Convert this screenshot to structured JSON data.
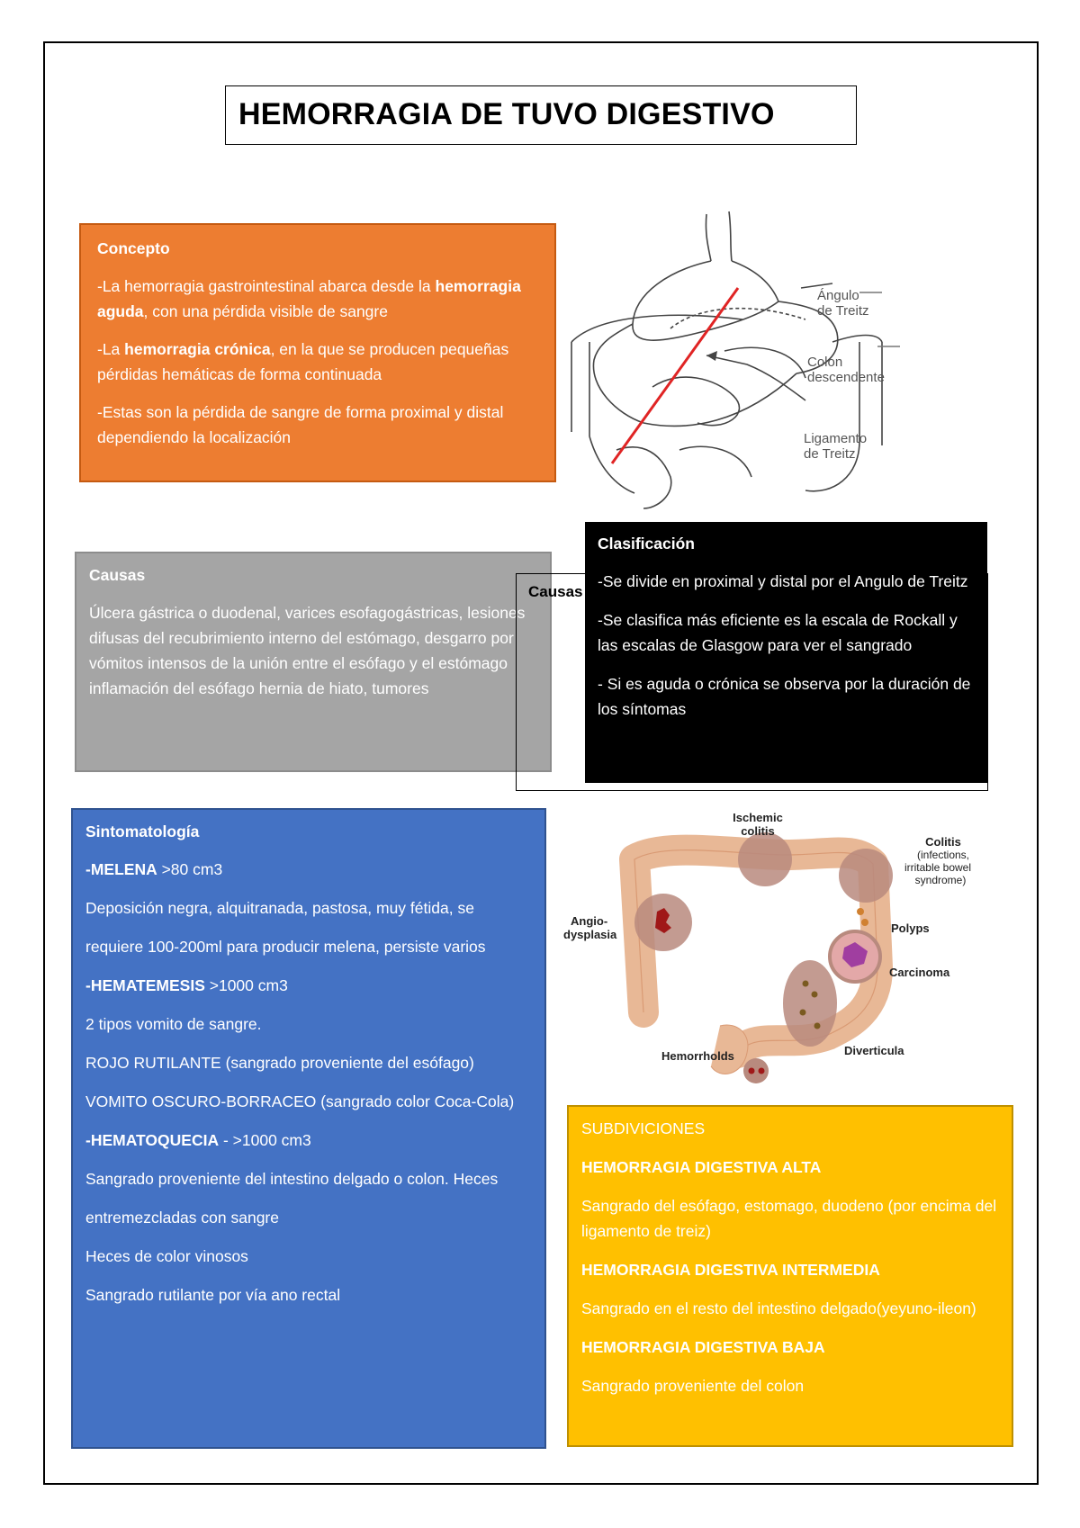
{
  "title": "HEMORRAGIA DE TUVO DIGESTIVO",
  "concepto": {
    "heading": "Concepto",
    "p1_a": "-La hemorragia gastrointestinal abarca desde la ",
    "p1_b": "hemorragia aguda",
    "p1_c": ", con una pérdida visible de sangre",
    "p2_a": "-La ",
    "p2_b": "hemorragia crónica",
    "p2_c": ", en la que se producen pequeñas pérdidas hemáticas de forma continuada",
    "p3": "-Estas son la pérdida de sangre de forma proximal y distal dependiendo la localización"
  },
  "anatomy_labels": {
    "angulo_1": "Ángulo",
    "angulo_2": "de Treitz",
    "colon_1": "Colon",
    "colon_2": "descendente",
    "ligamento_1": "Ligamento",
    "ligamento_2": "de Treitz"
  },
  "causas": {
    "heading": "Causas",
    "text": " Úlcera gástrica o duodenal, varices esofagogástricas, lesiones difusas del recubrimiento interno del estómago, desgarro por vómitos intensos de la unión entre el esófago y el estómago inflamación del esófago hernia de hiato, tumores",
    "outline_label": "Causas"
  },
  "clasificacion": {
    "heading": "Clasificación",
    "p1": "-Se divide en proximal y distal por el Angulo de Treitz",
    "p2": "-Se clasifica más eficiente es la escala de Rockall y las escalas de Glasgow para ver el sangrado",
    "p3": "- Si es aguda o crónica se observa por la duración de los síntomas"
  },
  "colon_labels": {
    "ischemic_1": "Ischemic",
    "ischemic_2": "colitis",
    "colitis": "Colitis",
    "colitis_2": "(infections,",
    "colitis_3": "irritable bowel",
    "colitis_4": "syndrome)",
    "angio_1": "Angio-",
    "angio_2": "dysplasia",
    "polyps": "Polyps",
    "carcinoma": "Carcinoma",
    "diverticula": "Diverticula",
    "hemorrhoids": "Hemorrholds"
  },
  "sintomatologia": {
    "heading": "Sintomatología",
    "melena_a": "-MELENA",
    "melena_b": " >80 cm3",
    "l1": "Deposición negra, alquitranada, pastosa, muy fétida, se",
    "l2": "requiere 100-200ml para producir melena, persiste varios",
    "hemat_a": "-HEMATEMESIS",
    "hemat_b": " >1000 cm3",
    "l3": "2 tipos vomito de sangre.",
    "l4": "ROJO RUTILANTE (sangrado proveniente del esófago)",
    "l5": "VOMITO OSCURO-BORRACEO (sangrado color Coca-Cola)",
    "hematoq_a": "-HEMATOQUECIA",
    "hematoq_b": " - >1000 cm3",
    "l6": "Sangrado proveniente del intestino delgado o colon. Heces",
    "l7": "entremezcladas con sangre",
    "l8": "Heces de color vinosos",
    "l9": "Sangrado rutilante por vía ano rectal"
  },
  "subdiviciones": {
    "heading": "SUBDIVICIONES",
    "alta": "HEMORRAGIA DIGESTIVA ALTA",
    "alta_text": "Sangrado del esófago, estomago, duodeno (por encima del ligamento de treiz)",
    "intermedia": "HEMORRAGIA DIGESTIVA INTERMEDIA",
    "intermedia_text": "Sangrado en el resto del intestino delgado(yeyuno-ileon)",
    "baja": "HEMORRAGIA DIGESTIVA BAJA",
    "baja_text": "Sangrado proveniente del colon"
  }
}
